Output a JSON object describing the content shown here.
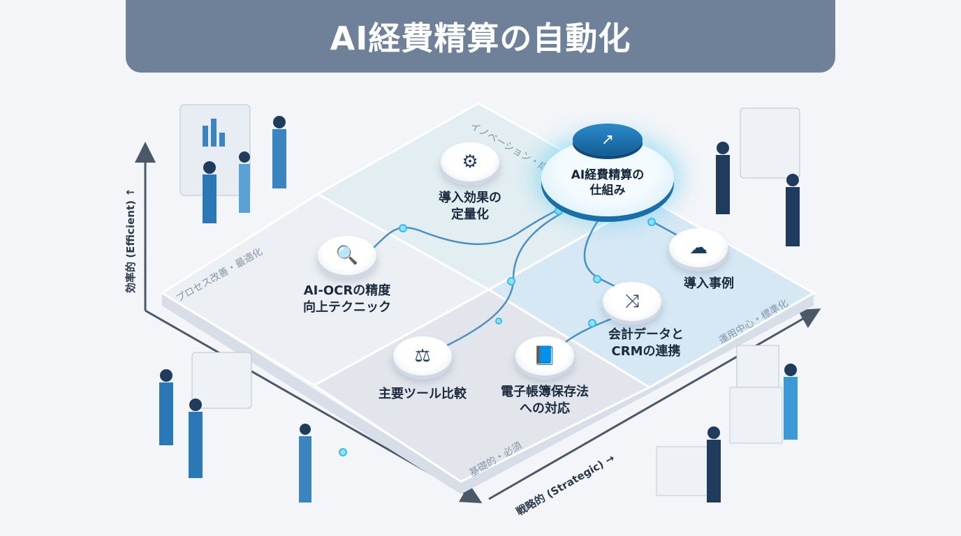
{
  "title": "AI経費精算の自動化",
  "hub": {
    "label_line1": "AI経費精算の",
    "label_line2": "仕組み",
    "icon": "trend-up-icon"
  },
  "quadrants": {
    "top": "イノベーション・成長",
    "left": "プロセス改善・最適化",
    "right": "運用中心・標準化",
    "bottom": "基礎的・必須"
  },
  "axes": {
    "y": "効率的 (Efficient) ↑",
    "x": "戦略的 (Strategic) →"
  },
  "nodes": [
    {
      "line1": "導入効果の",
      "line2": "定量化",
      "icon": "gear-chart-icon"
    },
    {
      "line1": "AI-OCRの精度",
      "line2": "向上テクニック",
      "icon": "scan-magnifier-icon"
    },
    {
      "line1": "導入事例",
      "line2": "",
      "icon": "cloud-document-icon"
    },
    {
      "line1": "会計データと",
      "line2": "CRMの連携",
      "icon": "shuffle-database-icon"
    },
    {
      "line1": "主要ツール比較",
      "line2": "",
      "icon": "scale-icon"
    },
    {
      "line1": "電子帳簿保存法",
      "line2": "への対応",
      "icon": "ledger-check-icon"
    }
  ],
  "colors": {
    "banner": "#6e8199",
    "accent": "#1b6fa8",
    "glow": "#46c8f0"
  }
}
